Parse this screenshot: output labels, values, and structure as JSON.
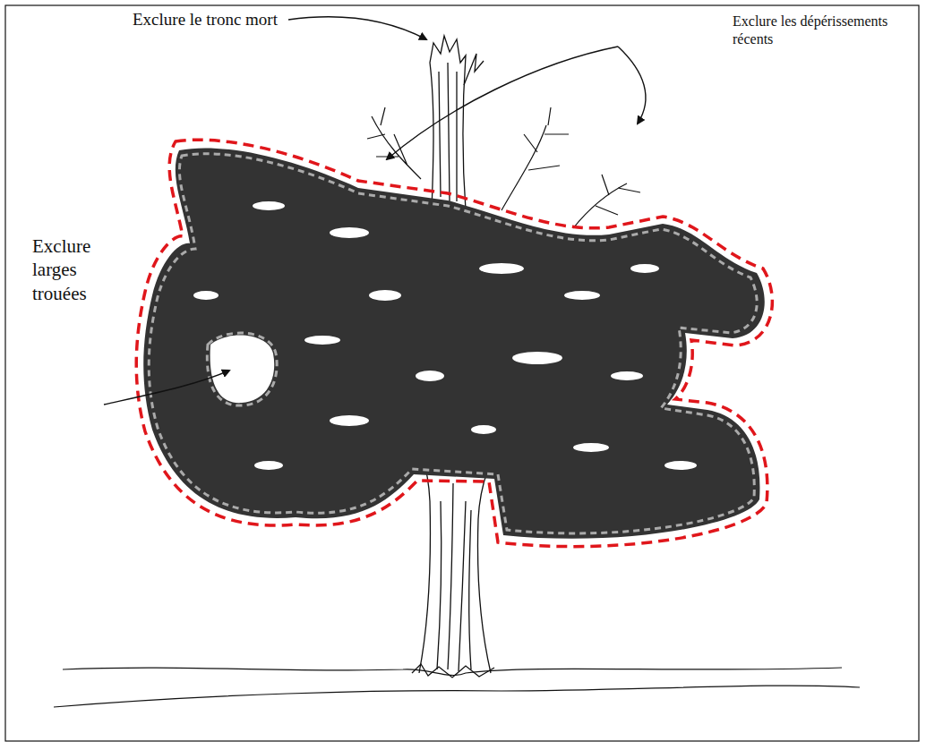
{
  "diagram": {
    "labels": [
      "Exclure le tronc mort",
      "Exclure les dépérissements récents",
      "Exclure larges trouées"
    ]
  }
}
